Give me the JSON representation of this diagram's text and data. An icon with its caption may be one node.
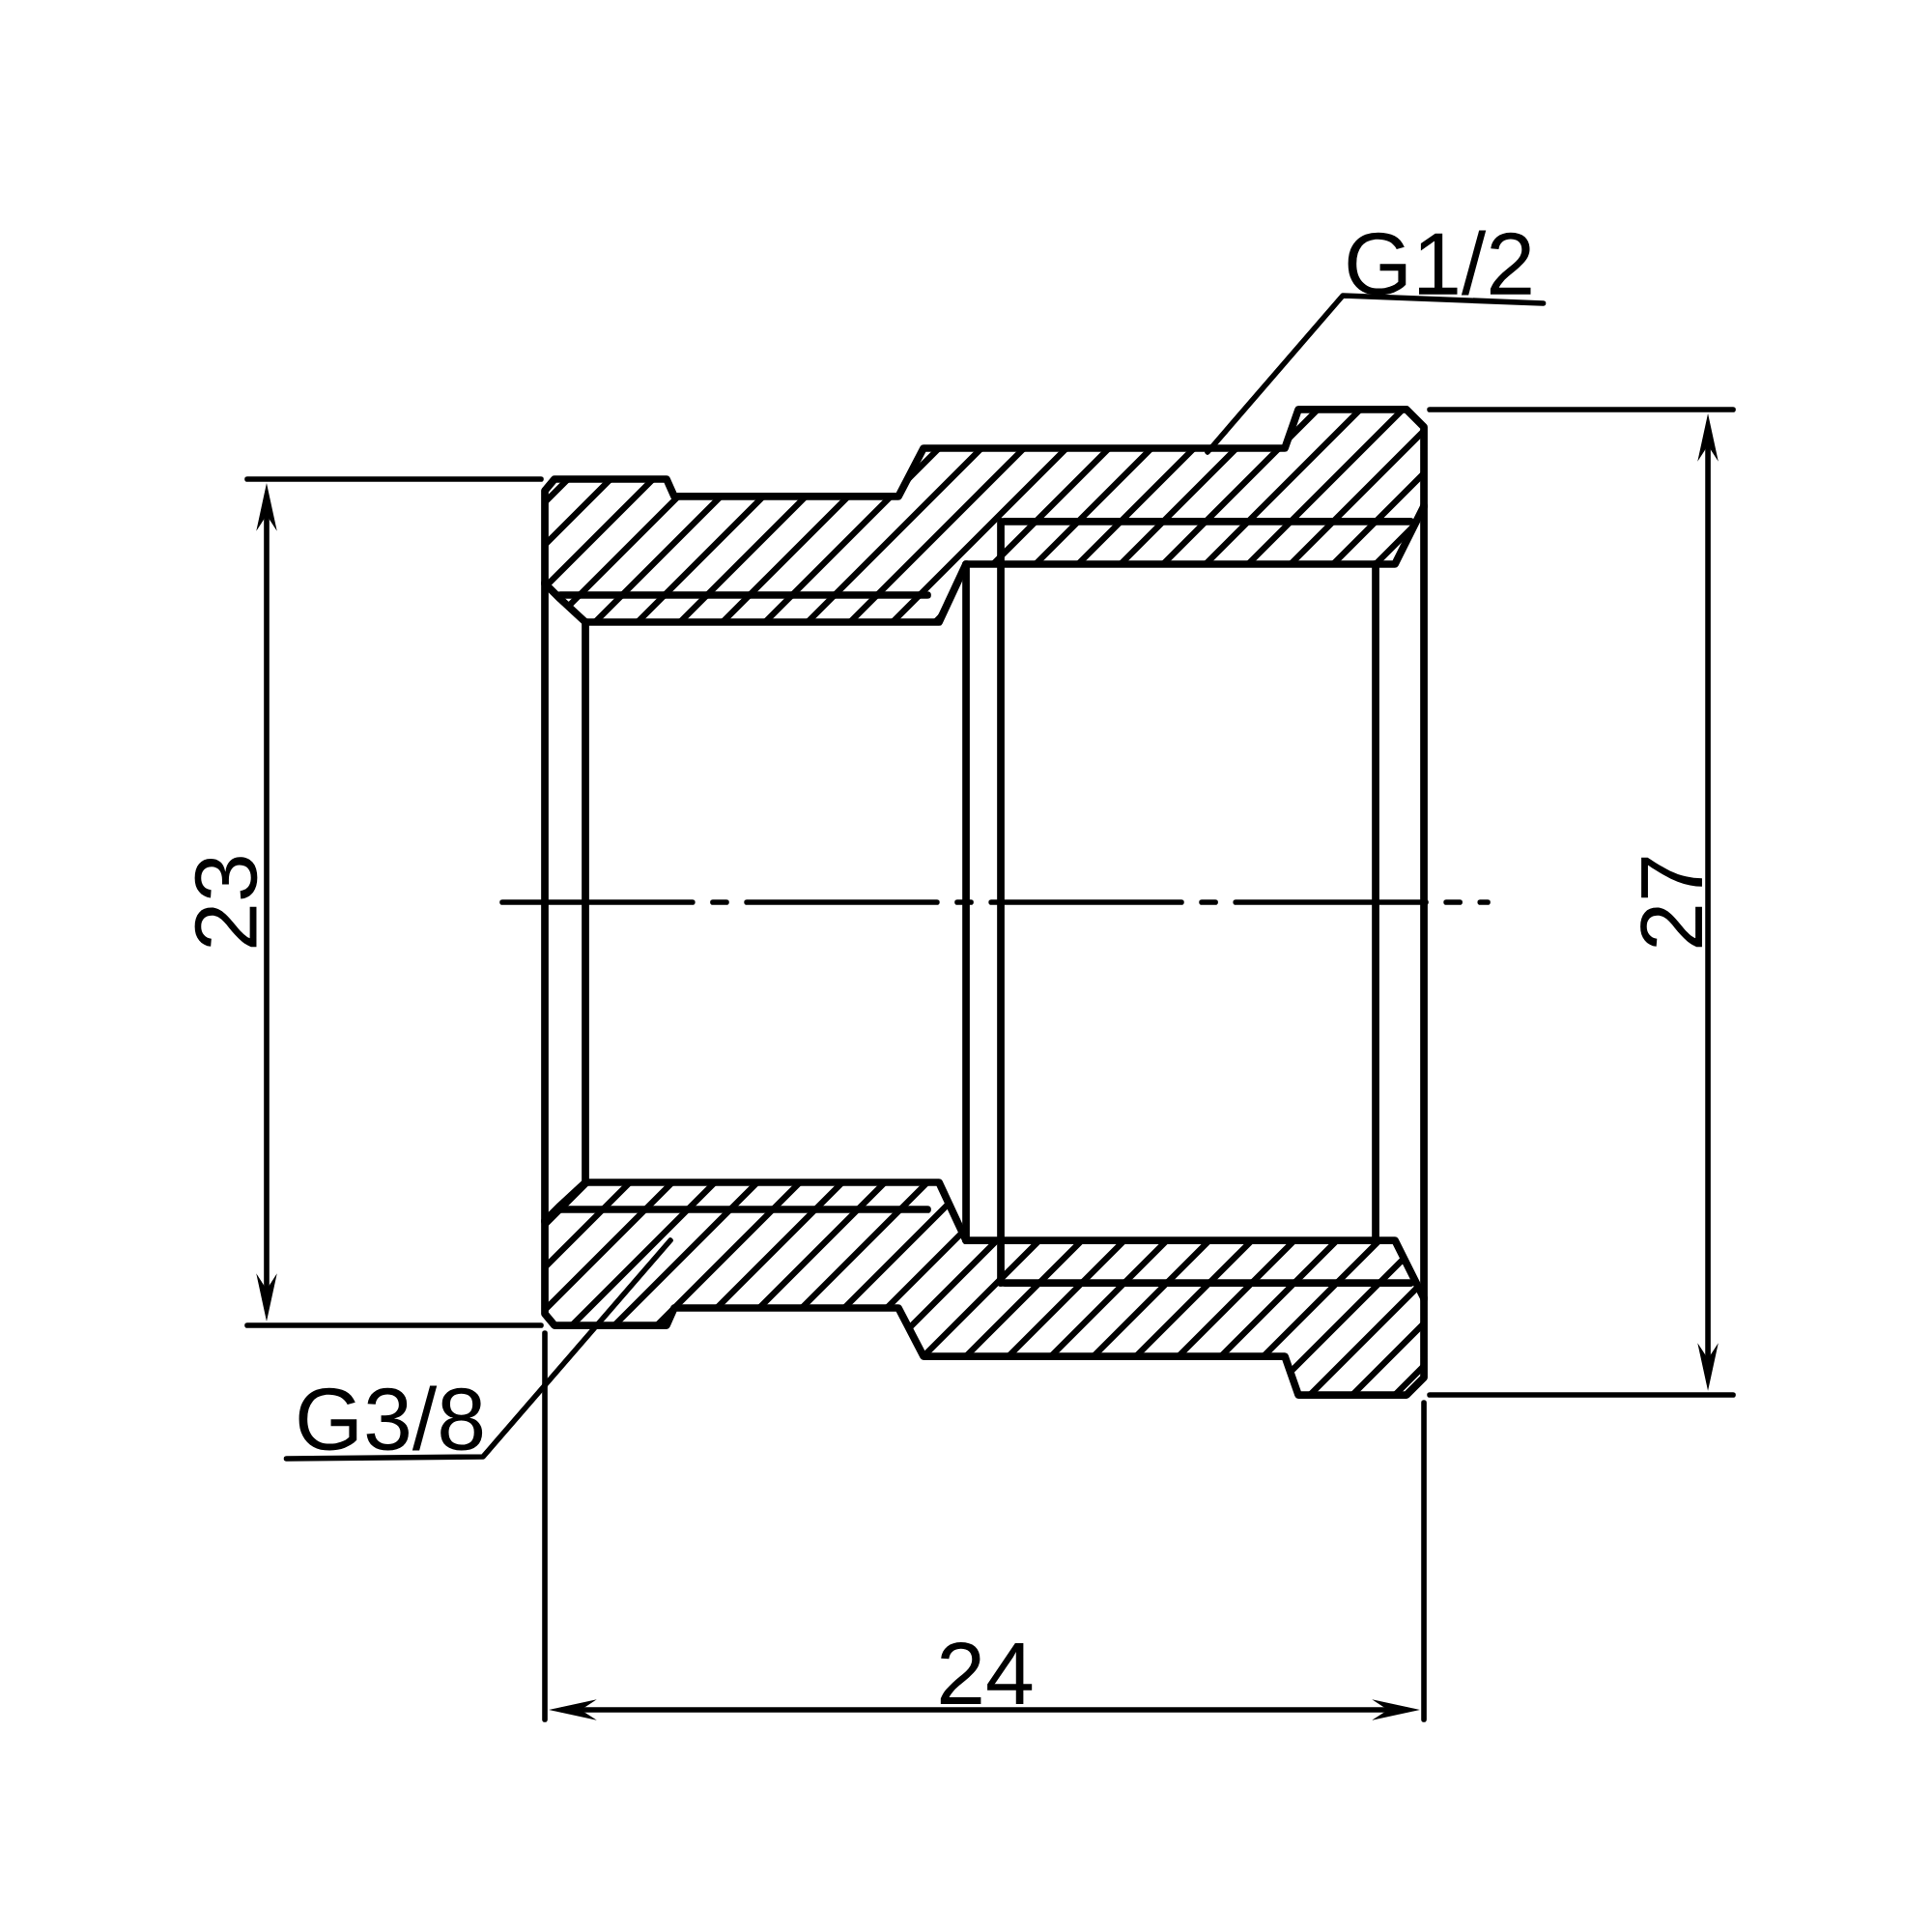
{
  "diagram": {
    "nodes": [
      {
        "text": [
          "G1/2"
        ]
      },
      {
        "text": [
          "G3/8"
        ]
      }
    ],
    "edges": [
      {
        "from": 0,
        "to": null,
        "arrow": "none"
      },
      {
        "from": 1,
        "to": null,
        "arrow": "none"
      }
    ],
    "labels": [
      "23",
      "27",
      "24"
    ]
  }
}
